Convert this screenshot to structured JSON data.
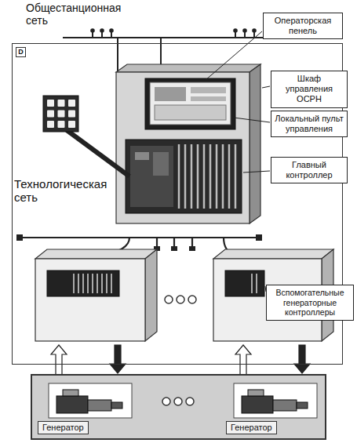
{
  "diagram": {
    "nodes": [
      {
        "text": [
          "D"
        ]
      },
      {
        "text": [
          "Операторская пенель"
        ]
      },
      {
        "text": [
          "Шкаф управления ОСРН"
        ]
      },
      {
        "text": [
          "Локальный пульт управления"
        ]
      },
      {
        "text": [
          "Главный контроллер"
        ]
      },
      {
        "text": [
          "Вспомогательные генераторные контроллеры"
        ]
      },
      {
        "text": [
          "Генератор"
        ]
      },
      {
        "text": [
          "Генератор"
        ]
      }
    ],
    "labels": [
      "Общестанционная сеть",
      "Технологическая сеть"
    ]
  }
}
